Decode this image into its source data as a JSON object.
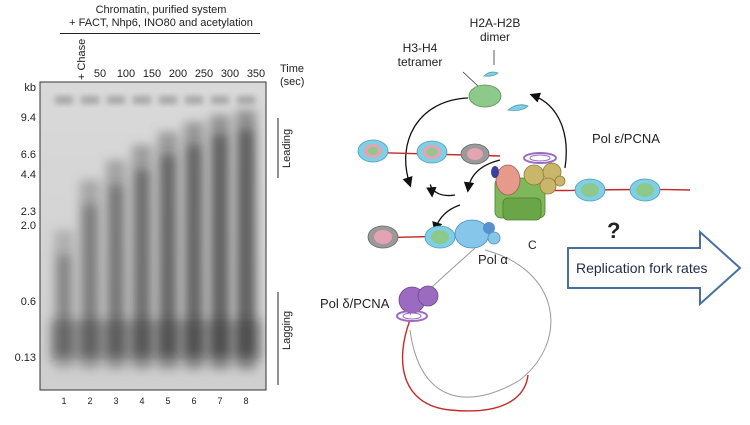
{
  "gel": {
    "header_line1": "Chromatin, purified system",
    "header_line2": "+ FACT, Nhp6, INO80 and acetylation",
    "chase_label": "+ Chase",
    "time_label": "Time",
    "time_unit": "(sec)",
    "time_points": [
      "50",
      "100",
      "150",
      "200",
      "250",
      "300",
      "350"
    ],
    "kb_label": "kb",
    "kb_markers": [
      "9.4",
      "6.6",
      "4.4",
      "2.3",
      "2.0",
      "0.6",
      "0.13"
    ],
    "lane_numbers": [
      "1",
      "2",
      "3",
      "4",
      "5",
      "6",
      "7",
      "8"
    ],
    "leading_label": "Leading",
    "lagging_label": "Lagging"
  },
  "diagram": {
    "h2a_label_line1": "H2A-H2B",
    "h2a_label_line2": "dimer",
    "h3_label_line1": "H3-H4",
    "h3_label_line2": "tetramer",
    "pol_eps_label": "Pol ε/PCNA",
    "pol_alpha_label": "Pol α",
    "pol_delta_label": "Pol δ/PCNA",
    "c_label": "C",
    "question_mark": "?",
    "arrow_text": "Replication fork rates",
    "colors": {
      "dna": "#c62828",
      "nucleosome_green": "#8cc98a",
      "nucleosome_cyan": "#7fd0e6",
      "nucleosome_pink": "#e3a3b0",
      "nucleosome_grey": "#9a9a9a",
      "pol_eps_olive": "#c9b66a",
      "cmg_green": "#7fb85a",
      "pol_alpha_blue": "#86c6ea",
      "pol_delta_purple": "#9a6bc0",
      "arrow_fill": "#ffffff",
      "arrow_stroke": "#4a6fa0"
    }
  }
}
